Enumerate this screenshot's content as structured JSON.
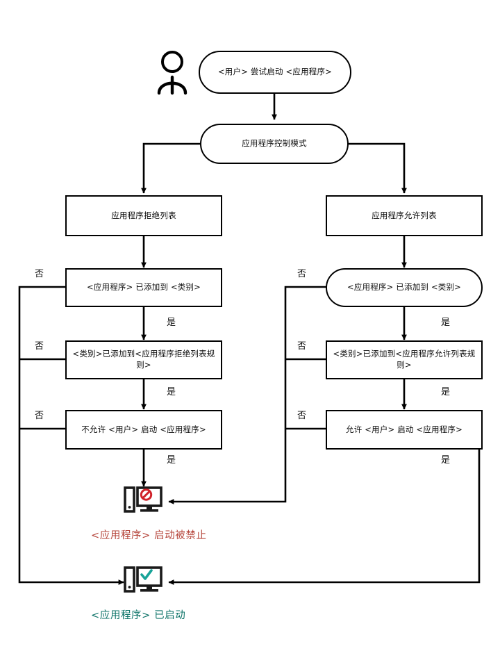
{
  "diagram": {
    "title_present": false,
    "colors": {
      "stroke": "#000000",
      "text": "#0d0d0d",
      "denied_text": "#b5443a",
      "started_text": "#0d7368",
      "denied_badge": "#d0222a",
      "started_badge": "#17a398"
    },
    "actor": {
      "name": "user-actor-icon",
      "label": ""
    },
    "nodes": {
      "start": {
        "text": "<用户> 尝试启动 <应用程序>",
        "shape": "rounded"
      },
      "mode": {
        "text": "应用程序控制模式",
        "shape": "rounded"
      },
      "denylist": {
        "text": "应用程序拒绝列表",
        "shape": "rect"
      },
      "allowlist": {
        "text": "应用程序允许列表",
        "shape": "rect"
      },
      "deny_added_category": {
        "text": "<应用程序> 已添加到 <类别>",
        "shape": "rect"
      },
      "allow_added_category": {
        "text": "<应用程序> 已添加到 <类别>",
        "shape": "rounded"
      },
      "deny_category_rule": {
        "text": "<类别>已添加到<应用程序拒绝列表规则>",
        "shape": "rect"
      },
      "allow_category_rule": {
        "text": "<类别>已添加到<应用程序允许列表规则>",
        "shape": "rect"
      },
      "deny_start": {
        "text": "不允许 <用户> 启动 <应用程序>",
        "shape": "rect"
      },
      "allow_start": {
        "text": "允许 <用户> 启动 <应用程序>",
        "shape": "rect"
      }
    },
    "edge_labels": {
      "no": "否",
      "yes": "是"
    },
    "edges": [
      {
        "from": "deny_added_category",
        "label": "否",
        "side": "left"
      },
      {
        "from": "deny_added_category",
        "label": "是",
        "side": "down"
      },
      {
        "from": "deny_category_rule",
        "label": "否",
        "side": "left"
      },
      {
        "from": "deny_category_rule",
        "label": "是",
        "side": "down"
      },
      {
        "from": "deny_start",
        "label": "否",
        "side": "left"
      },
      {
        "from": "deny_start",
        "label": "是",
        "side": "down"
      },
      {
        "from": "allow_added_category",
        "label": "否",
        "side": "left"
      },
      {
        "from": "allow_added_category",
        "label": "是",
        "side": "down"
      },
      {
        "from": "allow_category_rule",
        "label": "否",
        "side": "left"
      },
      {
        "from": "allow_category_rule",
        "label": "是",
        "side": "down"
      },
      {
        "from": "allow_start",
        "label": "否",
        "side": "left"
      },
      {
        "from": "allow_start",
        "label": "是",
        "side": "down"
      }
    ],
    "endpoints": {
      "denied": {
        "icon": "computer-blocked-icon",
        "label": "<应用程序> 启动被禁止"
      },
      "started": {
        "icon": "computer-check-icon",
        "label": "<应用程序> 已启动"
      }
    }
  }
}
